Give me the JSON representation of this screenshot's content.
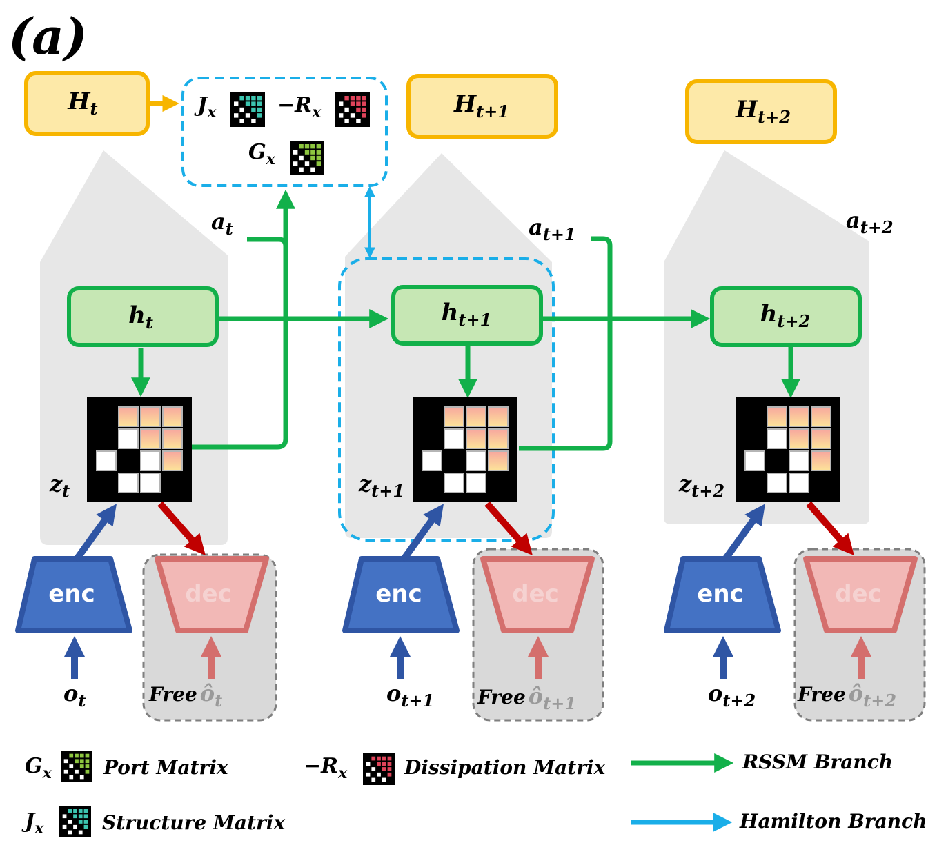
{
  "panel_label": "(a)",
  "hamiltonians": {
    "t": {
      "base": "H",
      "sub": "t"
    },
    "t1": {
      "base": "H",
      "sub": "t+1"
    },
    "t2": {
      "base": "H",
      "sub": "t+2"
    }
  },
  "matrix_box": {
    "j": {
      "base": "J",
      "sub": "x"
    },
    "r": {
      "base": "−R",
      "sub": "x"
    },
    "g": {
      "base": "G",
      "sub": "x"
    }
  },
  "hidden": {
    "t": {
      "base": "h",
      "sub": "t"
    },
    "t1": {
      "base": "h",
      "sub": "t+1"
    },
    "t2": {
      "base": "h",
      "sub": "t+2"
    }
  },
  "latent": {
    "t": {
      "base": "z",
      "sub": "t"
    },
    "t1": {
      "base": "z",
      "sub": "t+1"
    },
    "t2": {
      "base": "z",
      "sub": "t+2"
    }
  },
  "actions": {
    "t": {
      "base": "a",
      "sub": "t"
    },
    "t1": {
      "base": "a",
      "sub": "t+1"
    },
    "t2": {
      "base": "a",
      "sub": "t+2"
    }
  },
  "encoder_label": "enc",
  "decoder_label": "dec",
  "observations": {
    "t": {
      "base": "o",
      "sub": "t"
    },
    "t1": {
      "base": "o",
      "sub": "t+1"
    },
    "t2": {
      "base": "o",
      "sub": "t+2"
    }
  },
  "free_label": "Free",
  "predicted": {
    "t": {
      "base": "ô",
      "sub": "t"
    },
    "t1": {
      "base": "ô",
      "sub": "t+1"
    },
    "t2": {
      "base": "ô",
      "sub": "t+2"
    }
  },
  "legend": {
    "port": {
      "sym": "G",
      "sub": "x",
      "label": "Port Matrix"
    },
    "structure": {
      "sym": "J",
      "sub": "x",
      "label": "Structure Matrix"
    },
    "dissipation": {
      "sym": "−R",
      "sub": "x",
      "label": "Dissipation Matrix"
    },
    "rssm": {
      "label": "RSSM Branch"
    },
    "hamilton": {
      "label": "Hamilton Branch"
    }
  },
  "colors": {
    "hamiltonian_fill": "#fde9a8",
    "hamiltonian_stroke": "#f7b500",
    "hidden_fill": "#c6e7b4",
    "rssm_green": "#12b04a",
    "hamilton_blue": "#1aaee8",
    "encoder_fill": "#4472c4",
    "encoder_stroke": "#2f55a4",
    "decoder_fill": "#f2b8b6",
    "decoder_stroke": "#d46f6d",
    "red_arrow": "#c00000",
    "gray_region": "#e7e7e7",
    "teal_matrix": "#3cc5b0",
    "red_matrix": "#e0435a",
    "green_matrix": "#8dc63f"
  }
}
